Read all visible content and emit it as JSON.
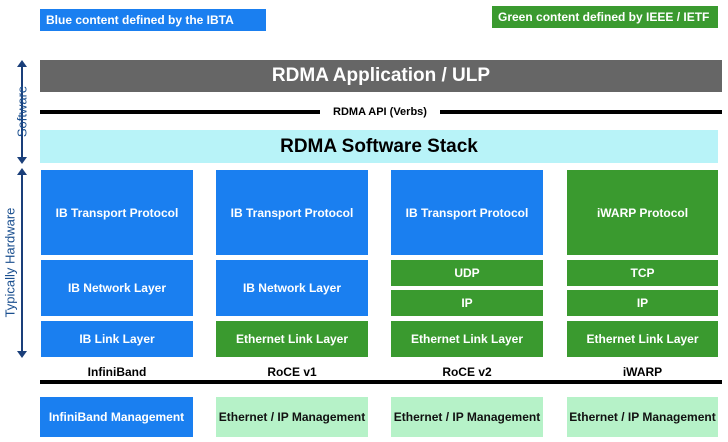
{
  "legend": {
    "blue": "Blue content defined by the IBTA",
    "green": "Green content defined by IEEE / IETF"
  },
  "side_labels": {
    "software": "Software",
    "hardware": "Typically Hardware"
  },
  "application": "RDMA Application / ULP",
  "api": "RDMA API (Verbs)",
  "software_stack": "RDMA Software Stack",
  "columns": [
    {
      "name": "InfiniBand",
      "transport": "IB Transport Protocol",
      "network": "IB Network Layer",
      "link": "IB Link Layer",
      "management": "InfiniBand Management"
    },
    {
      "name": "RoCE v1",
      "transport": "IB Transport Protocol",
      "network": "IB Network Layer",
      "link": "Ethernet Link Layer",
      "management": "Ethernet / IP Management"
    },
    {
      "name": "RoCE v2",
      "transport": "IB Transport Protocol",
      "network_upper": "UDP",
      "network_lower": "IP",
      "link": "Ethernet Link Layer",
      "management": "Ethernet / IP Management"
    },
    {
      "name": "iWARP",
      "transport": "iWARP Protocol",
      "network_upper": "TCP",
      "network_lower": "IP",
      "link": "Ethernet Link Layer",
      "management": "Ethernet / IP Management"
    }
  ],
  "colors": {
    "ibta_blue": "#1a7ff0",
    "ieee_green": "#3a9a2f",
    "management_green": "#b6f2c8",
    "stack_cyan": "#b8f3f8",
    "application_gray": "#666666"
  }
}
